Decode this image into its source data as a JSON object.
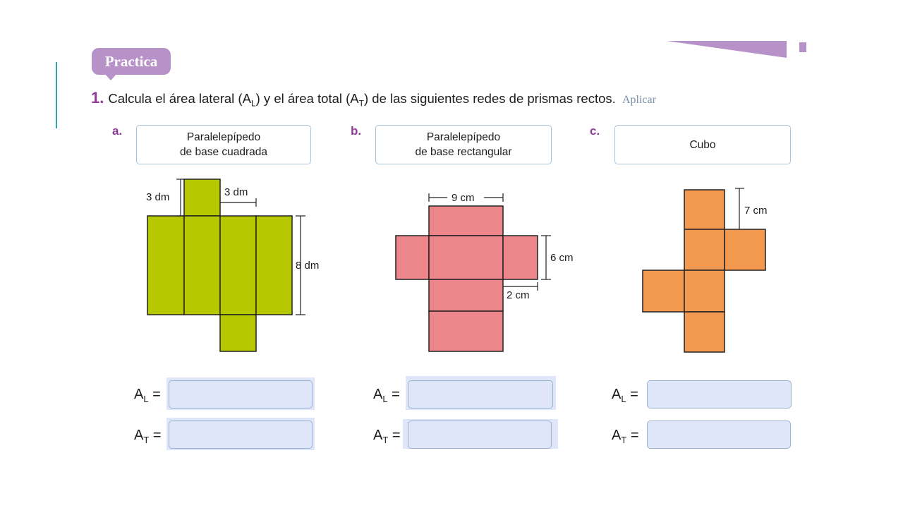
{
  "header": {
    "badge_label": "Practica",
    "question_number": "1.",
    "question_text_1": "Calcula el área lateral (A",
    "sub_L": "L",
    "question_text_2": ") y el área total (A",
    "sub_T": "T",
    "question_text_3": ") de las siguientes redes de prismas rectos.",
    "skill_tag": "Aplicar"
  },
  "colors": {
    "accent_purple": "#8e3a98",
    "badge_purple": "#b792c8",
    "teal_rule": "#2aa7b6",
    "net_a_fill": "#b5c800",
    "net_b_fill": "#ec868b",
    "net_c_fill": "#f2994f",
    "answer_field_fill": "#dfe6fa"
  },
  "exercises": [
    {
      "letter": "a.",
      "title": "Paralelepípedo\nde base cuadrada",
      "dims": {
        "top_height": "3 dm",
        "top_width": "3 dm",
        "side_height": "8 dm"
      },
      "answer_lateral": {
        "label": "A",
        "sub": "L",
        "eq": "=",
        "value": ""
      },
      "answer_total": {
        "label": "A",
        "sub": "T",
        "eq": "=",
        "value": ""
      }
    },
    {
      "letter": "b.",
      "title": "Paralelepípedo\nde base rectangular",
      "dims": {
        "top_width": "9 cm",
        "side_height": "6 cm",
        "side_width": "2 cm"
      },
      "answer_lateral": {
        "label": "A",
        "sub": "L",
        "eq": "=",
        "value": ""
      },
      "answer_total": {
        "label": "A",
        "sub": "T",
        "eq": "=",
        "value": ""
      }
    },
    {
      "letter": "c.",
      "title": "Cubo",
      "dims": {
        "edge": "7 cm"
      },
      "answer_lateral": {
        "label": "A",
        "sub": "L",
        "eq": "=",
        "value": ""
      },
      "answer_total": {
        "label": "A",
        "sub": "T",
        "eq": "=",
        "value": ""
      }
    }
  ]
}
